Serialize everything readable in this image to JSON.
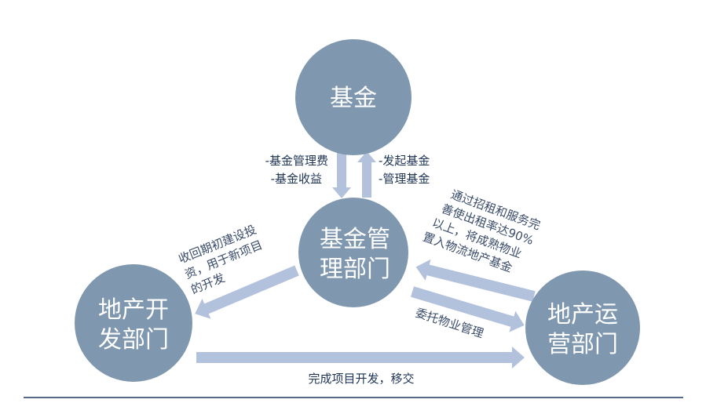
{
  "nodes": {
    "fund": [
      "基金"
    ],
    "fund_mgmt": [
      "基金管",
      "理部门"
    ],
    "dev": [
      "地产开",
      "发部门"
    ],
    "ops": [
      "地产运",
      "营部门"
    ]
  },
  "labels": {
    "fee": [
      "-基金管理费",
      "-基金收益"
    ],
    "launch": [
      "-发起基金",
      "-管理基金"
    ],
    "recover": [
      "收回期初建设投",
      "资，用于新项目",
      "的开发"
    ],
    "inject": [
      "通过招租和服务完",
      "善使出租率达90%",
      "以上，将成熟物业",
      "置入物流地产基金"
    ],
    "entrust": "委托物业管理",
    "handover": "完成项目开发，移交"
  },
  "colors": {
    "circle": "#7f98b0",
    "arrow": "#b3c2dc",
    "rule": "#1f3b5e"
  }
}
